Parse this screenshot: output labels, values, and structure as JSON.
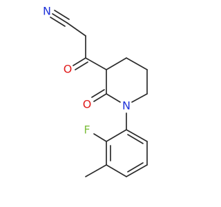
{
  "molecule": {
    "atoms": {
      "nitrile_n": {
        "symbol": "N",
        "color": "#1f33d9"
      },
      "ketone_o": {
        "symbol": "O",
        "color": "#e01b1b"
      },
      "lactam_o": {
        "symbol": "O",
        "color": "#e01b1b"
      },
      "ring_n": {
        "symbol": "N",
        "color": "#1f33d9"
      },
      "fluorine": {
        "symbol": "F",
        "color": "#7fbf3f"
      }
    },
    "bond_color": "#2b2b2b"
  }
}
